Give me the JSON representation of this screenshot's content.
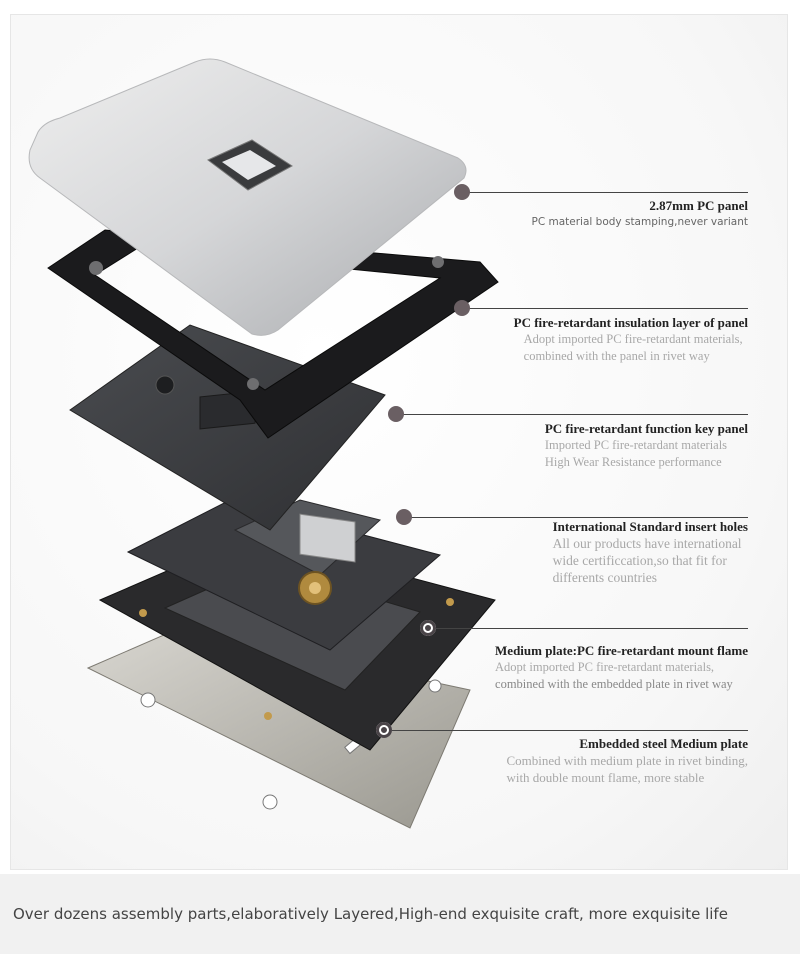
{
  "callouts": [
    {
      "title": "2.87mm PC panel",
      "desc": [
        "PC material body stamping,never variant"
      ]
    },
    {
      "title": "PC fire-retardant insulation layer of panel",
      "desc": [
        "Adopt imported PC fire-retardant materials,",
        "combined with the panel in rivet way"
      ]
    },
    {
      "title": "PC fire-retardant  function key panel",
      "desc": [
        "Imported PC fire-retardant materials",
        "High Wear Resistance performance"
      ]
    },
    {
      "title": "International Standard insert holes",
      "desc": [
        "All our products have international",
        "wide certificcation,so that fit for",
        "differents countries"
      ]
    },
    {
      "title": "Medium plate:PC fire-retardant mount flame",
      "desc": [
        "Adopt imported PC fire-retardant materials,",
        "combined with the embedded plate in rivet way"
      ]
    },
    {
      "title": "Embedded steel Medium plate",
      "desc": [
        "Combined with medium plate in rivet binding,",
        "with  double mount flame, more stable"
      ]
    }
  ],
  "footer": "Over dozens assembly parts,elaboratively Layered,High-end exquisite craft,  more exquisite life",
  "colors": {
    "line": "#444444",
    "dot": "#6a5f63",
    "title": "#222222",
    "desc": "#a8a8a8"
  }
}
